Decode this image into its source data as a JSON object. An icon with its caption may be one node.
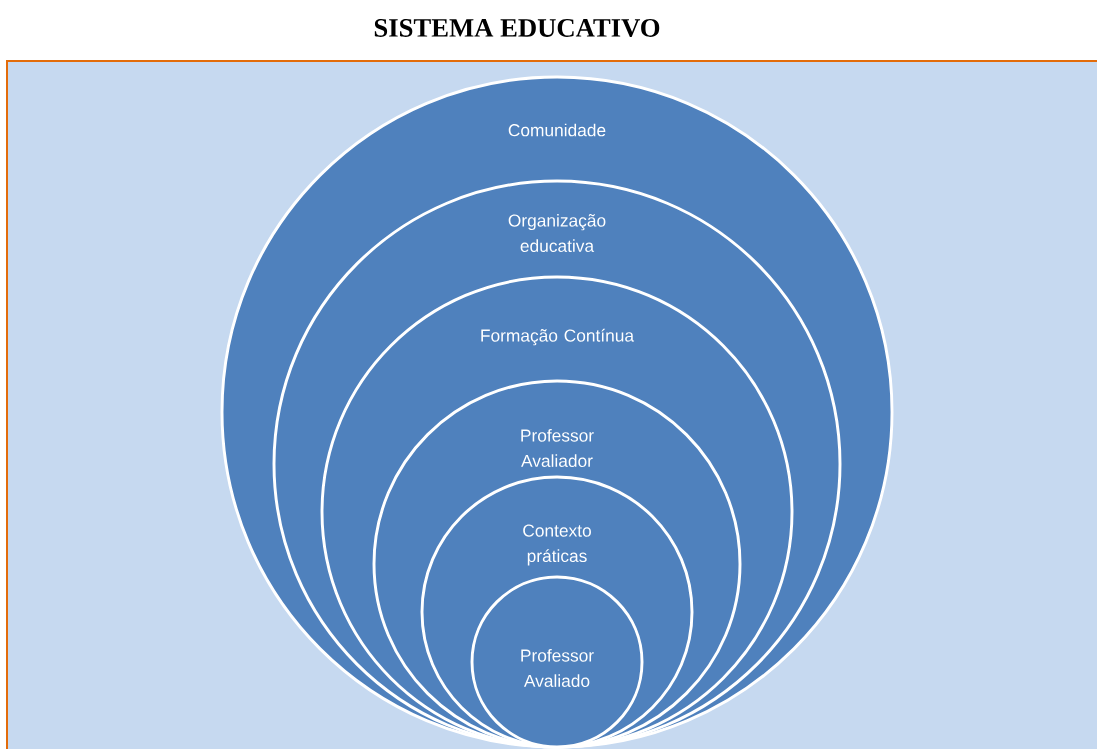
{
  "diagram": {
    "title": "SISTEMA EDUCATIVO",
    "nodes": [
      {
        "text": [
          "Comunidade"
        ]
      },
      {
        "text": [
          "Organização educativa"
        ],
        "in": 0
      },
      {
        "text": [
          "Formação Contínua"
        ],
        "in": 1
      },
      {
        "text": [
          "Professor Avaliador"
        ],
        "in": 2
      },
      {
        "text": [
          "Contexto práticas"
        ],
        "in": 3
      },
      {
        "text": [
          "Professor Avaliado"
        ],
        "in": 4
      }
    ]
  }
}
